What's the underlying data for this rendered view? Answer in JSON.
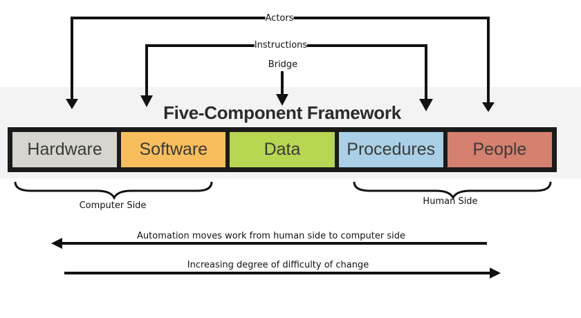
{
  "diagram": {
    "title": "Five-Component Framework",
    "components": [
      {
        "label": "Hardware",
        "color": "#d6d5ce"
      },
      {
        "label": "Software",
        "color": "#f7be5b"
      },
      {
        "label": "Data",
        "color": "#b7d651"
      },
      {
        "label": "Procedures",
        "color": "#a9d0e6"
      },
      {
        "label": "People",
        "color": "#d6806f"
      }
    ],
    "connectors": {
      "actors": "Actors",
      "instructions": "Instructions",
      "bridge": "Bridge"
    },
    "sides": {
      "computer": "Computer Side",
      "human": "Human Side"
    },
    "arrows": {
      "automation": "Automation moves work from human side to computer side",
      "difficulty": "Increasing degree of difficulty of change"
    }
  }
}
